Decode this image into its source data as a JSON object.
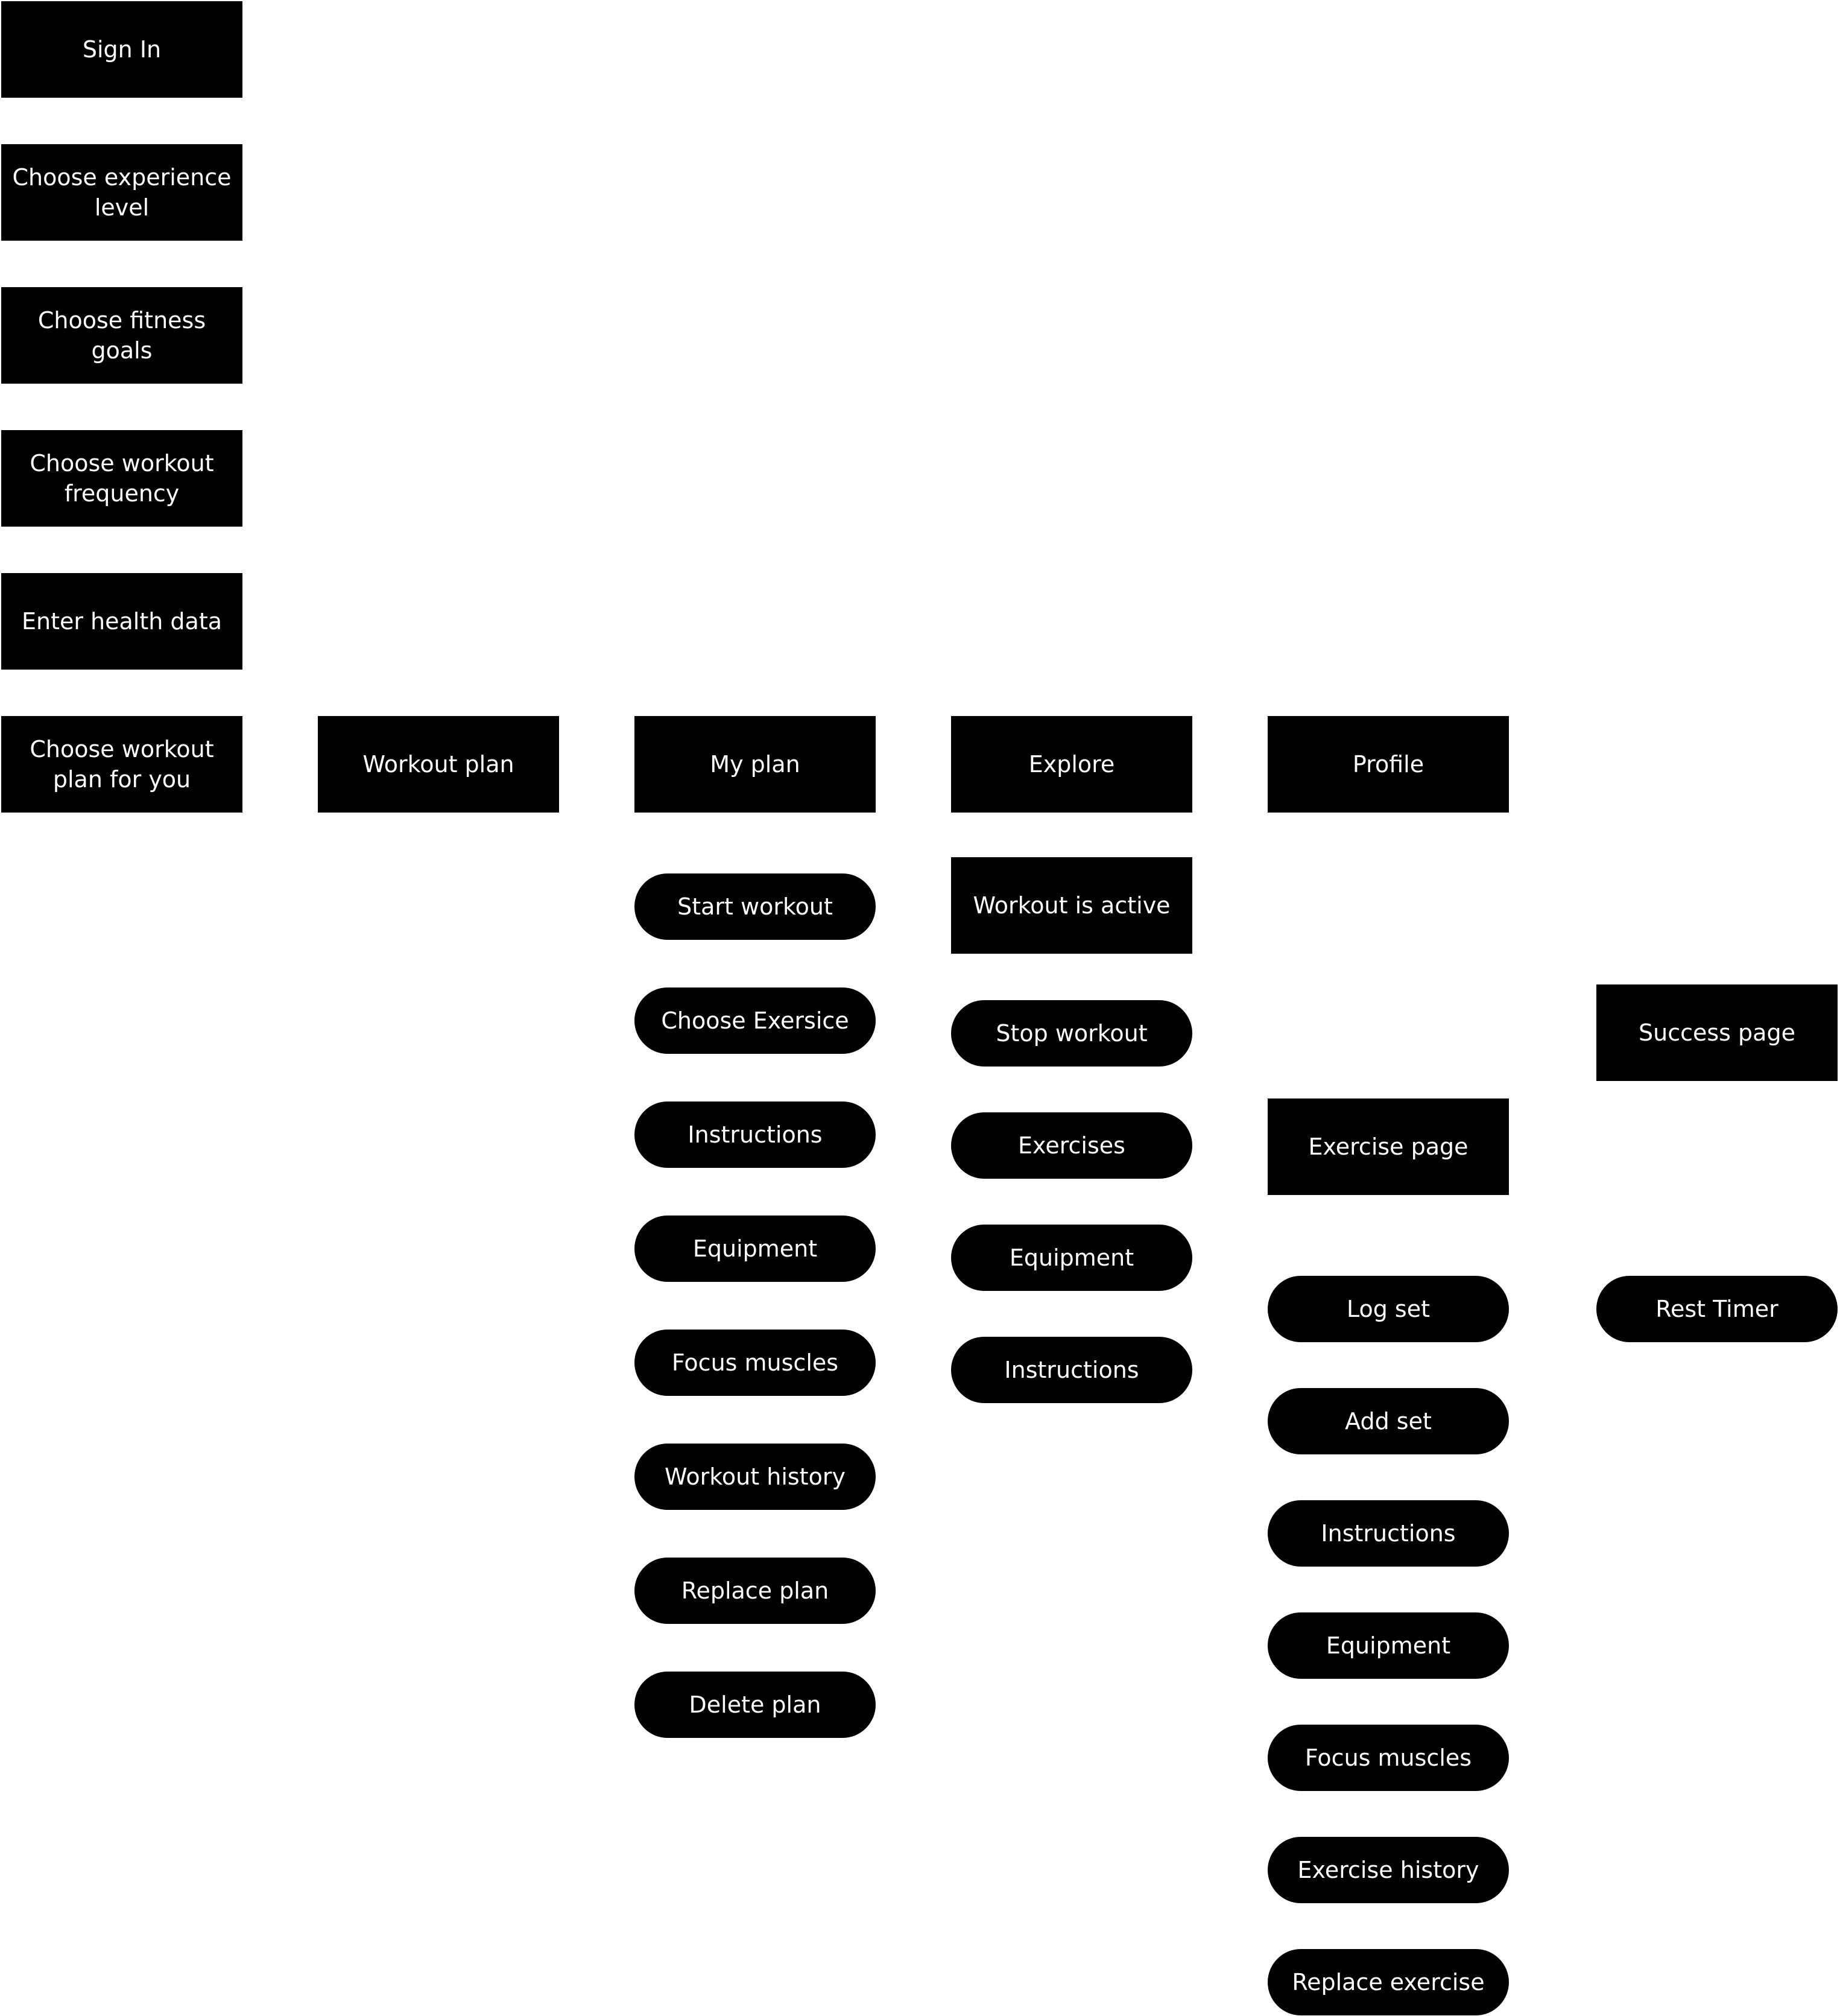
{
  "onboarding": {
    "sign_in": "Sign In",
    "experience_level": "Choose experience level",
    "fitness_goals": "Choose fitness goals",
    "workout_frequency": "Choose workout frequency",
    "health_data": "Enter health data",
    "plan_for_you": "Choose workout plan for you"
  },
  "tabs": {
    "workout_plan": "Workout plan",
    "my_plan": "My plan",
    "explore": "Explore",
    "profile": "Profile"
  },
  "my_plan_actions": [
    "Start workout",
    "Choose Exersice",
    "Instructions",
    "Equipment",
    "Focus muscles",
    "Workout history",
    "Replace plan",
    "Delete plan"
  ],
  "explore": {
    "workout_active": "Workout is active",
    "actions": [
      "Stop workout",
      "Exercises",
      "Equipment",
      "Instructions"
    ]
  },
  "profile": {
    "exercise_page": "Exercise page",
    "actions": [
      "Log set",
      "Add set",
      "Instructions",
      "Equipment",
      "Focus muscles",
      "Exercise history",
      "Replace exercise"
    ]
  },
  "extra": {
    "success_page": "Success page",
    "rest_timer": "Rest Timer"
  }
}
